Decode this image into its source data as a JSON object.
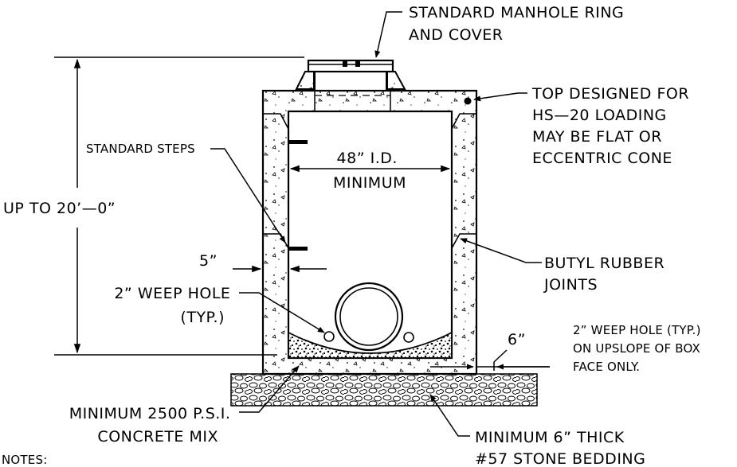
{
  "labels": {
    "manhole_ring": [
      "STANDARD MANHOLE RING",
      "AND COVER"
    ],
    "top_designed": [
      "TOP DESIGNED FOR",
      "HS—20 LOADING",
      "MAY BE FLAT OR",
      "ECCENTRIC CONE"
    ],
    "standard_steps": "STANDARD STEPS",
    "inner_diameter": [
      "48” I.D.",
      "MINIMUM"
    ],
    "height": "UP TO 20’—0”",
    "wall_thickness": "5”",
    "butyl_joints": [
      "BUTYL RUBBER",
      "JOINTS"
    ],
    "weep_hole": [
      "2” WEEP HOLE",
      "(TYP.)"
    ],
    "base_thickness": "6”",
    "weep_hole_note": [
      "2” WEEP HOLE (TYP.)",
      "ON UPSLOPE OF BOX",
      "FACE ONLY."
    ],
    "concrete_mix": [
      "MINIMUM 2500 P.S.I.",
      "CONCRETE MIX"
    ],
    "stone_bedding": [
      "MINIMUM 6” THICK",
      "#57 STONE BEDDING"
    ],
    "notes": "NOTES:"
  },
  "colors": {
    "line": "#000000",
    "background": "#ffffff"
  }
}
